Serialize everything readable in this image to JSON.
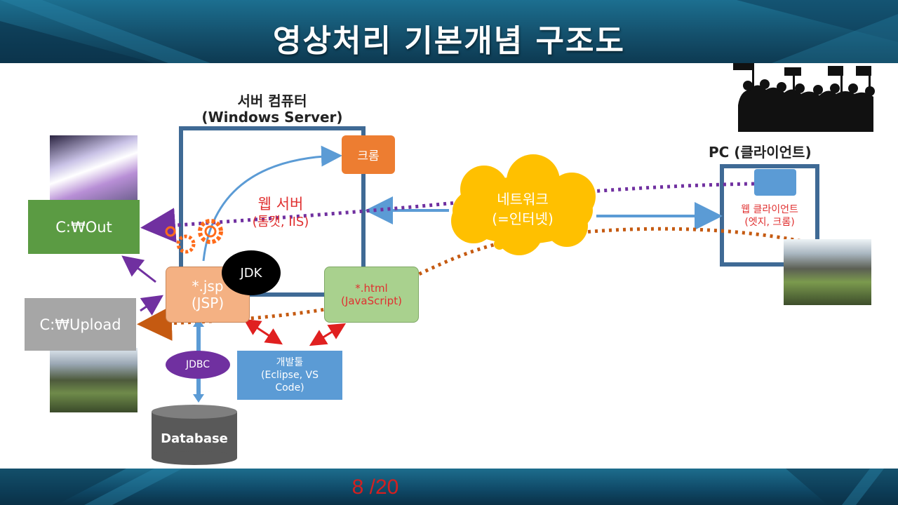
{
  "slide": {
    "title": "영상처리 기본개념 구조도",
    "page_number": "8",
    "page_total": "/20"
  },
  "diagram": {
    "server_label_line1": "서버 컴퓨터",
    "server_label_line2": "(Windows Server)",
    "chrome_server": "크롬",
    "web_server_line1": "웹 서버",
    "web_server_line2": "(톰캣, IIS)",
    "out_folder": "C:₩Out",
    "upload_folder": "C:₩Upload",
    "jsp_line1": "*.jsp",
    "jsp_line2": "(JSP)",
    "jdk": "JDK",
    "html_line1": "*.html",
    "html_line2": "(JavaScript)",
    "jdbc": "JDBC",
    "dev_tool_line1": "개발툴",
    "dev_tool_line2": "(Eclipse, VS",
    "dev_tool_line3": "Code)",
    "database": "Database",
    "network_line1": "네트워크",
    "network_line2": "(=인터넷)",
    "pc_label": "PC (클라이언트)",
    "web_client_line1": "웹 클라이언트",
    "web_client_line2": "(엣지, 크롬)"
  },
  "colors": {
    "server_frame": "#3f6a95",
    "chrome_box": "#ed7d31",
    "out_box": "#5b9b43",
    "upload_box": "#a6a6a6",
    "jsp_box": "#f4b183",
    "html_box": "#a9d18e",
    "dev_tool_box": "#5b9bd5",
    "jdbc_ellipse": "#7030a0",
    "database": "#595959",
    "cloud": "#ffc000",
    "purple_dotted": "#7030a0",
    "orange_dotted": "#c55a11",
    "red_text": "#e03030"
  },
  "icons": [
    "gear-icon",
    "crowd-silhouette-icon",
    "photo-thumbnail"
  ]
}
